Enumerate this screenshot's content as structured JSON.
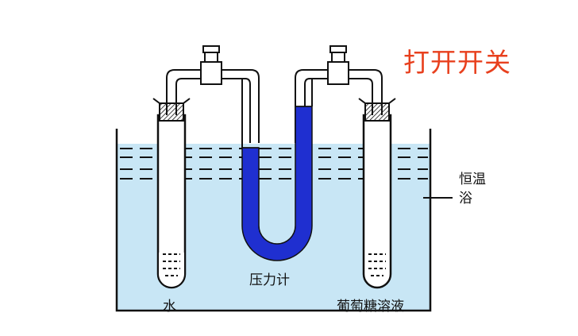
{
  "title": "打开开关",
  "labels": {
    "water": "水",
    "manometer": "压力计",
    "glucose": "葡萄糖溶液",
    "bath_line1": "恒温",
    "bath_line2": "浴"
  },
  "colors": {
    "title": "#e8401e",
    "bath_water": "#c8e6f5",
    "manometer_fluid": "#1f2fd0",
    "outline": "#111111"
  }
}
